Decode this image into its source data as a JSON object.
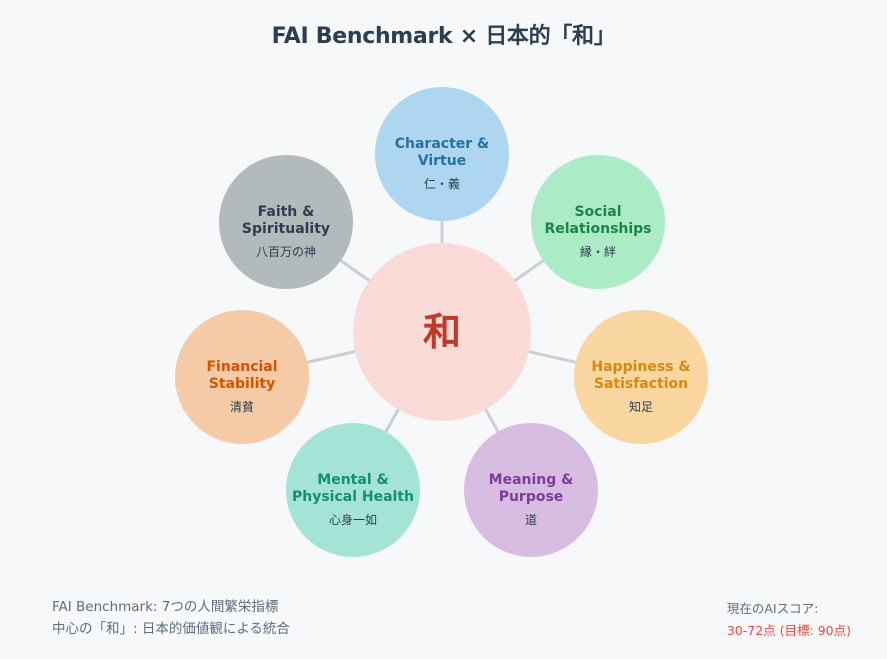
{
  "title": "FAI Benchmark × 日本的「和」",
  "center": {
    "label": "和",
    "fill": "#fadbd8"
  },
  "nodes": [
    {
      "id": "character",
      "title_lines": [
        "Character &",
        "Virtue"
      ],
      "sub": "仁・義",
      "fill": "#aed6f1",
      "text_color": "#2471a3"
    },
    {
      "id": "social",
      "title_lines": [
        "Social",
        "Relationships"
      ],
      "sub": "縁・絆",
      "fill": "#abebc6",
      "text_color": "#1e8449"
    },
    {
      "id": "happiness",
      "title_lines": [
        "Happiness &",
        "Satisfaction"
      ],
      "sub": "知足",
      "fill": "#fad7a0",
      "text_color": "#d68910"
    },
    {
      "id": "meaning",
      "title_lines": [
        "Meaning &",
        "Purpose"
      ],
      "sub": "道",
      "fill": "#d7bde2",
      "text_color": "#7d3c98"
    },
    {
      "id": "mental",
      "title_lines": [
        "Mental &",
        "Physical Health"
      ],
      "sub": "心身一如",
      "fill": "#a3e4d7",
      "text_color": "#148f77"
    },
    {
      "id": "financial",
      "title_lines": [
        "Financial",
        "Stability"
      ],
      "sub": "清貧",
      "fill": "#f5cba7",
      "text_color": "#d35400"
    },
    {
      "id": "faith",
      "title_lines": [
        "Faith &",
        "Spirituality"
      ],
      "sub": "八百万の神",
      "fill": "#b2babb",
      "text_color": "#2c3e50"
    }
  ],
  "footer": {
    "line1": "FAI Benchmark: 7つの人間繁栄指標",
    "line2": "中心の「和」: 日本的価値観による統合",
    "score_label": "現在のAIスコア:",
    "score_value": "30-72点 (目標: 90点)"
  }
}
